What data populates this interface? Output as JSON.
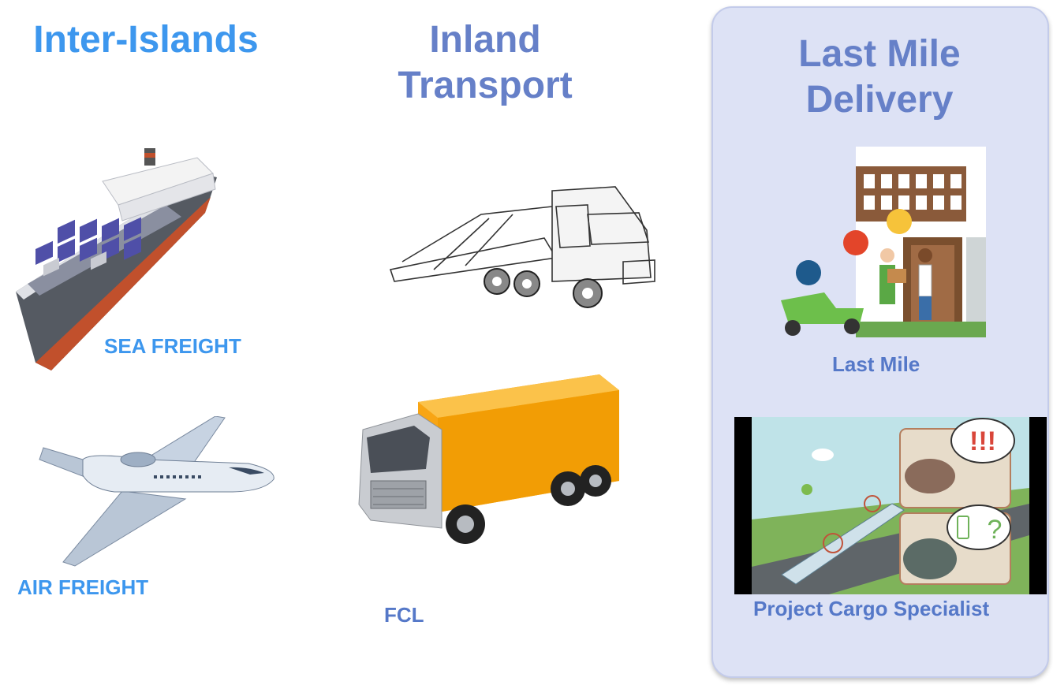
{
  "headings": {
    "inter_islands": "Inter-Islands",
    "inland_line1": "Inland",
    "inland_line2": "Transport",
    "last_mile_line1": "Last Mile",
    "last_mile_line2": "Delivery"
  },
  "labels": {
    "sea_freight": "SEA FREIGHT",
    "air_freight": "AIR FREIGHT",
    "fcl": "FCL",
    "last_mile": "Last Mile",
    "project_cargo": "Project Cargo Specialist"
  },
  "callouts": {
    "exclaim": "!!!",
    "question": "?"
  },
  "colors": {
    "heading_blue": "#3d97ee",
    "heading_slate": "#6680c8",
    "panel_bg": "#dde2f5"
  },
  "icons": [
    "cargo-ship-icon",
    "airplane-icon",
    "car-carrier-truck-icon",
    "box-truck-icon",
    "delivery-scene-icon",
    "project-cargo-scene-icon"
  ]
}
